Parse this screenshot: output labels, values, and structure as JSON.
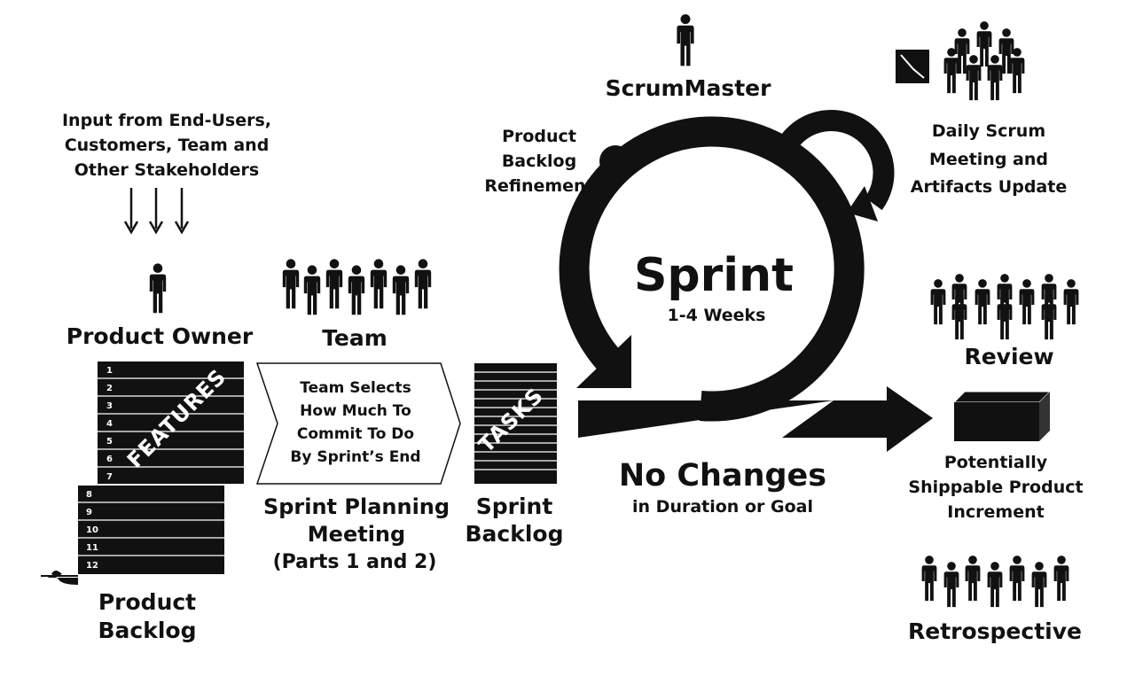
{
  "labels": {
    "input_line1": "Input from End-Users,",
    "input_line2": "Customers, Team and",
    "input_line3": "Other Stakeholders",
    "product_owner": "Product Owner",
    "team": "Team",
    "scrummaster": "ScrumMaster",
    "refinement_line1": "Product",
    "refinement_line2": "Backlog",
    "refinement_line3": "Refinement",
    "daily_line1": "Daily Scrum",
    "daily_line2": "Meeting and",
    "daily_line3": "Artifacts Update",
    "sprint_title": "Sprint",
    "sprint_duration": "1-4 Weeks",
    "no_changes": "No Changes",
    "no_changes_sub": "in Duration or Goal",
    "review": "Review",
    "increment_line1": "Potentially",
    "increment_line2": "Shippable Product",
    "increment_line3": "Increment",
    "retrospective": "Retrospective",
    "product_backlog_line1": "Product",
    "product_backlog_line2": "Backlog",
    "planning_line1": "Sprint Planning",
    "planning_line2": "Meeting",
    "planning_line3": "(Parts 1 and 2)",
    "sprint_backlog_line1": "Sprint",
    "sprint_backlog_line2": "Backlog",
    "features": "FEATURES",
    "tasks": "TASKS",
    "chevron_line1": "Team Selects",
    "chevron_line2": "How Much To",
    "chevron_line3": "Commit To Do",
    "chevron_line4": "By Sprint’s End"
  },
  "backlog_items_top": [
    "1",
    "2",
    "3",
    "4",
    "5",
    "6",
    "7"
  ],
  "backlog_items_bottom": [
    "8",
    "9",
    "10",
    "11",
    "12"
  ],
  "icons": {
    "person": "person-icon",
    "task_board": "task-board-icon",
    "product_box": "product-box-icon",
    "scroll_curl": "scroll-curl-icon"
  },
  "colors": {
    "ink": "#111111",
    "background": "#ffffff"
  }
}
